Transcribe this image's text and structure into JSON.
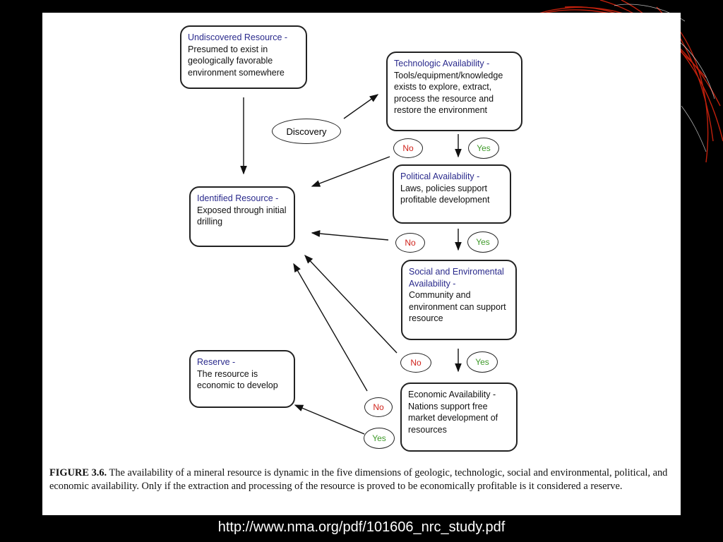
{
  "diagram": {
    "nodes": {
      "undiscovered": {
        "title": "Undiscovered Resource -",
        "body": "Presumed to exist in geologically favorable environment somewhere"
      },
      "technologic": {
        "title": "Technologic Availability -",
        "body": "Tools/equipment/knowledge exists to explore, extract, process the resource and restore the environment"
      },
      "discovery": {
        "label": "Discovery"
      },
      "identified": {
        "title": "Identified Resource -",
        "body": "Exposed through initial drilling"
      },
      "political": {
        "title": "Political Availability -",
        "body": "Laws, policies support profitable development"
      },
      "social": {
        "title": "Social and Enviromental Availability -",
        "body": "Community and environment can support resource"
      },
      "reserve": {
        "title": "Reserve -",
        "body": "The resource is economic to develop"
      },
      "economic": {
        "title": "",
        "body": "Economic Availability - Nations support free market development of resources"
      }
    },
    "decisions": {
      "no": "No",
      "yes": "Yes"
    }
  },
  "caption": {
    "label": "FIGURE 3.6.",
    "text": "The availability of a mineral resource is dynamic in the five dimensions of geologic, technologic, social and environmental, political, and economic availability.  Only if the extraction and processing of the resource is proved to be economically profitable is it considered a reserve."
  },
  "source_url": "http://www.nma.org/pdf/101606_nrc_study.pdf",
  "colors": {
    "title_text": "#2a2a8c",
    "no": "#d0231b",
    "yes": "#3f9a2a",
    "background": "#000000",
    "accent_deco": "#c0200c"
  }
}
